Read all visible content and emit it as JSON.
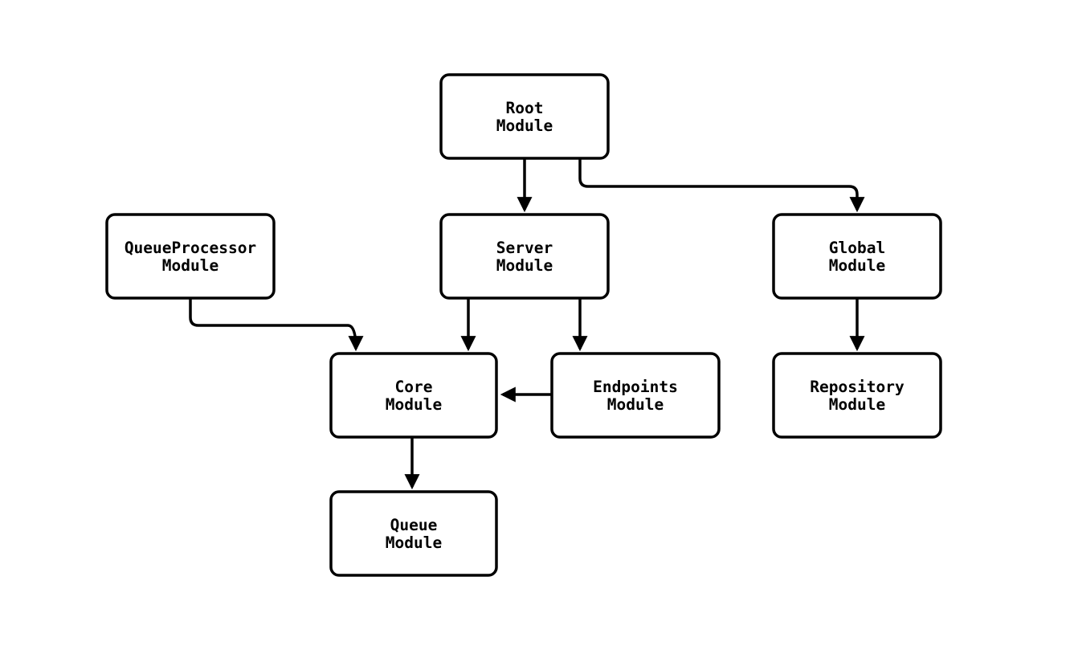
{
  "diagram": {
    "type": "module-dependency-graph",
    "nodes": [
      {
        "id": "root",
        "line1": "Root",
        "line2": "Module"
      },
      {
        "id": "queueprocessor",
        "line1": "QueueProcessor",
        "line2": "Module"
      },
      {
        "id": "server",
        "line1": "Server",
        "line2": "Module"
      },
      {
        "id": "global",
        "line1": "Global",
        "line2": "Module"
      },
      {
        "id": "core",
        "line1": "Core",
        "line2": "Module"
      },
      {
        "id": "endpoints",
        "line1": "Endpoints",
        "line2": "Module"
      },
      {
        "id": "repository",
        "line1": "Repository",
        "line2": "Module"
      },
      {
        "id": "queue",
        "line1": "Queue",
        "line2": "Module"
      }
    ],
    "edges": [
      {
        "from": "root",
        "to": "server"
      },
      {
        "from": "root",
        "to": "global"
      },
      {
        "from": "queueprocessor",
        "to": "core"
      },
      {
        "from": "server",
        "to": "core"
      },
      {
        "from": "server",
        "to": "endpoints"
      },
      {
        "from": "endpoints",
        "to": "core"
      },
      {
        "from": "global",
        "to": "repository"
      },
      {
        "from": "core",
        "to": "queue"
      }
    ],
    "colors": {
      "background": "#ffffff",
      "node_fill": "#ffffff",
      "node_border": "#000000",
      "edge": "#000000",
      "text": "#000000"
    }
  }
}
